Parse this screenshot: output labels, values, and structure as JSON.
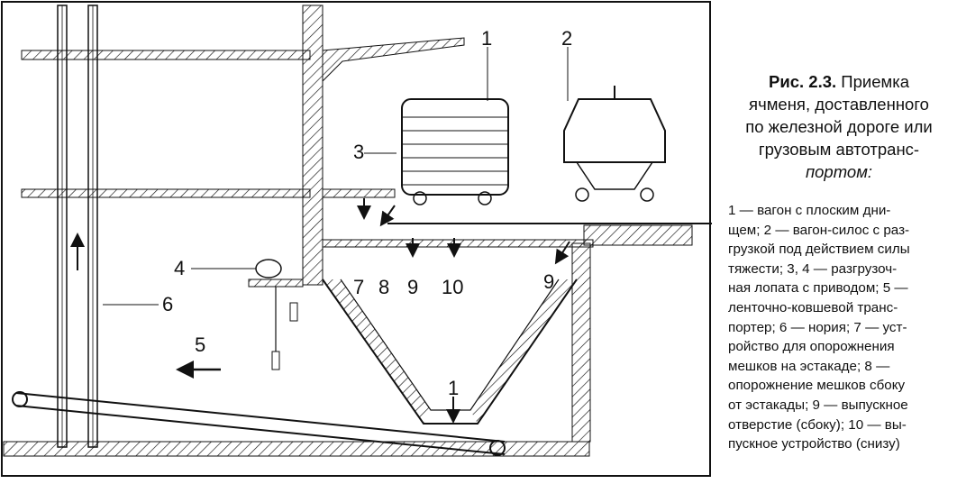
{
  "caption": {
    "fig_number": "Рис. 2.3.",
    "title_line1": "Приемка",
    "title_line2": "ячменя, доставленного",
    "title_line3": "по железной дороге или",
    "title_line4": "грузовым автотранс-",
    "title_line5": "портом:",
    "legend_line1": "1 — вагон с плоским дни-",
    "legend_line2": "щем; 2 — вагон-силос с раз-",
    "legend_line3": "грузкой под действием силы",
    "legend_line4": "тяжести; 3, 4 — разгрузоч-",
    "legend_line5": "ная лопата с приводом; 5 —",
    "legend_line6": "ленточно-ковшевой транс-",
    "legend_line7": "портер; 6 — нория; 7 — уст-",
    "legend_line8": "ройство для опорожнения",
    "legend_line9": "мешков на эстакаде; 8 —",
    "legend_line10": "опорожнение мешков сбоку",
    "legend_line11": "от эстакады; 9 — выпускное",
    "legend_line12": "отверстие (сбоку); 10 — вы-",
    "legend_line13": "пускное устройство (снизу)"
  },
  "diagram_labels": {
    "n1_wagon": "1",
    "n2_silo_wagon": "2",
    "n3_shovel": "3",
    "n4_drive": "4",
    "n5_conveyor": "5",
    "n6_elevator": "6",
    "n7": "7",
    "n8": "8",
    "n9": "9",
    "n10": "10",
    "n9_side": "9",
    "n1_hopper": "1"
  }
}
